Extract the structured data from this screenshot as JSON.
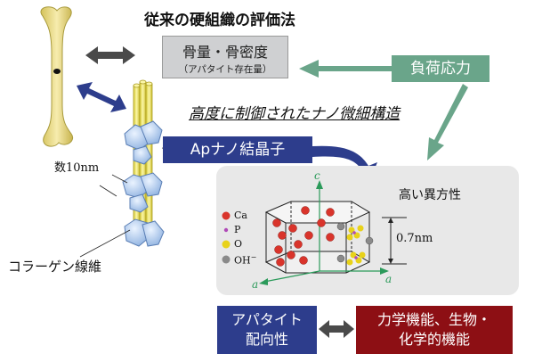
{
  "title": "従来の硬組織の評価法",
  "evaluation_box": {
    "line1": "骨量・骨密度",
    "line2": "（アパタイト存在量）"
  },
  "load_box": "負荷応力",
  "nanostructure_caption": "高度に制御されたナノ微細構造",
  "ap_box": "Apナノ結晶子",
  "anisotropy_label": "高い異方性",
  "legend": [
    {
      "label": "Ca",
      "color": "#d9342b"
    },
    {
      "label": "P",
      "color": "#b04ab7"
    },
    {
      "label": "O",
      "color": "#e8d21a"
    },
    {
      "label": "OH",
      "sup": "−",
      "color": "#8a8a8a"
    }
  ],
  "dimension_07": "0.7nm",
  "dimension_10": "数10nm",
  "collagen_label": "コラーゲン線維",
  "axes": {
    "c": "c",
    "a1": "a",
    "a2": "a"
  },
  "bottom_left": {
    "line1": "アパタイト",
    "line2": "配向性"
  },
  "bottom_right": {
    "line1": "力学機能、生物・",
    "line2": "化学的機能"
  },
  "colors": {
    "navy": "#2d3d8c",
    "green": "#6aa58a",
    "dark_red": "#8d0f14",
    "gray": "#cfd0d2",
    "bone": "#efe08a",
    "crystal": "#a9c6ea"
  }
}
